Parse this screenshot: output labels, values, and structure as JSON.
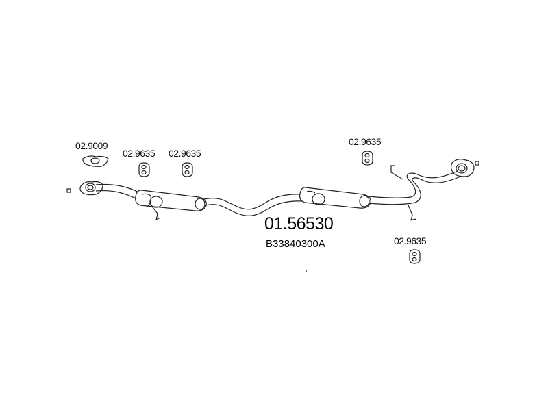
{
  "labels": {
    "gasket_top": "02.9009",
    "hanger_1": "02.9635",
    "hanger_2": "02.9635",
    "hanger_3": "02.9635",
    "hanger_4": "02.9635"
  },
  "main_part": {
    "code": "01.56530",
    "oem": "B33840300A"
  }
}
